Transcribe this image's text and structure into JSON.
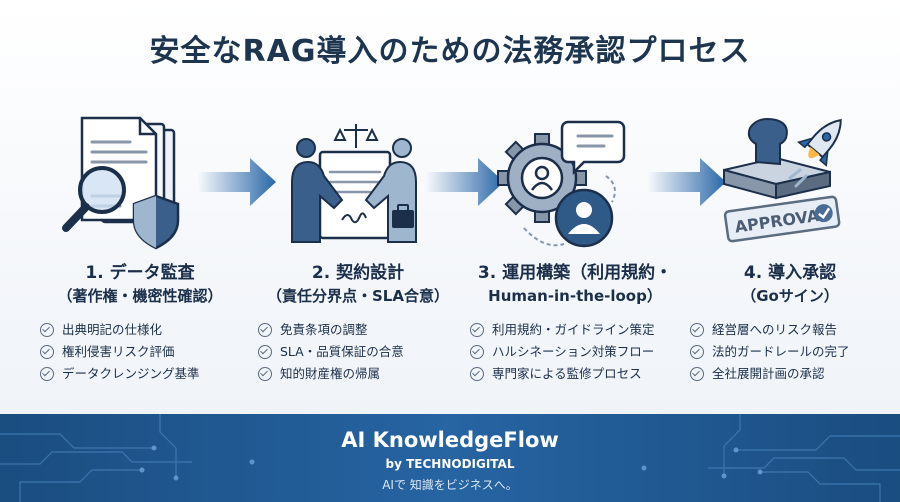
{
  "title": "安全なRAG導入のための法務承認プロセス",
  "steps": [
    {
      "title": "1. データ監査",
      "subtitle": "（著作権・機密性確認）",
      "items": [
        "出典明記の仕様化",
        "権利侵害リスク評価",
        "データクレンジング基準"
      ],
      "icon": "document-search-shield-icon"
    },
    {
      "title": "2. 契約設計",
      "subtitle": "（責任分界点・SLA合意）",
      "items": [
        "免責条項の調整",
        "SLA・品質保証の合意",
        "知的財産権の帰属"
      ],
      "icon": "handshake-contract-icon"
    },
    {
      "title": "3. 運用構築（利用規約・",
      "subtitle": "Human-in-the-loop）",
      "items": [
        "利用規約・ガイドライン策定",
        "ハルシネーション対策フロー",
        "専門家による監修プロセス"
      ],
      "icon": "gear-people-chat-icon"
    },
    {
      "title": "4. 導入承認",
      "subtitle": "（Goサイン）",
      "items": [
        "経営層へのリスク報告",
        "法的ガードレールの完了",
        "全社展開計画の承認"
      ],
      "icon": "approval-stamp-rocket-icon",
      "stamp_text": "APPROVAL"
    }
  ],
  "footer": {
    "brand": "AI KnowledgeFlow",
    "by": "by TECHNODIGITAL",
    "tagline": "AIで 知識をビジネスへ。"
  },
  "colors": {
    "primary": "#1e3550",
    "accent": "#2a67a8",
    "footer_bg": "#1f5a94"
  }
}
